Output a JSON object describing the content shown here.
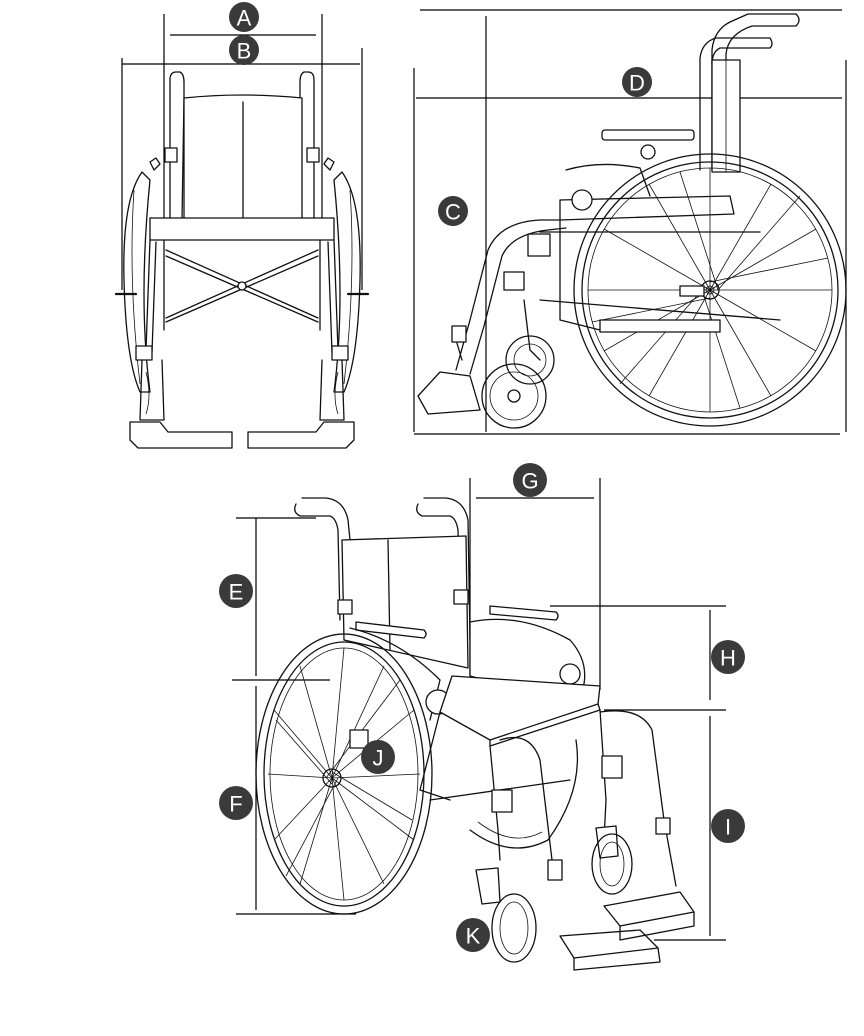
{
  "labels": {
    "A": "A",
    "B": "B",
    "C": "C",
    "D": "D",
    "E": "E",
    "F": "F",
    "G": "G",
    "H": "H",
    "I": "I",
    "J": "J",
    "K": "K"
  },
  "colors": {
    "badge_fill": "#3a3a3a",
    "badge_text": "#ffffff",
    "line": "#111111"
  }
}
